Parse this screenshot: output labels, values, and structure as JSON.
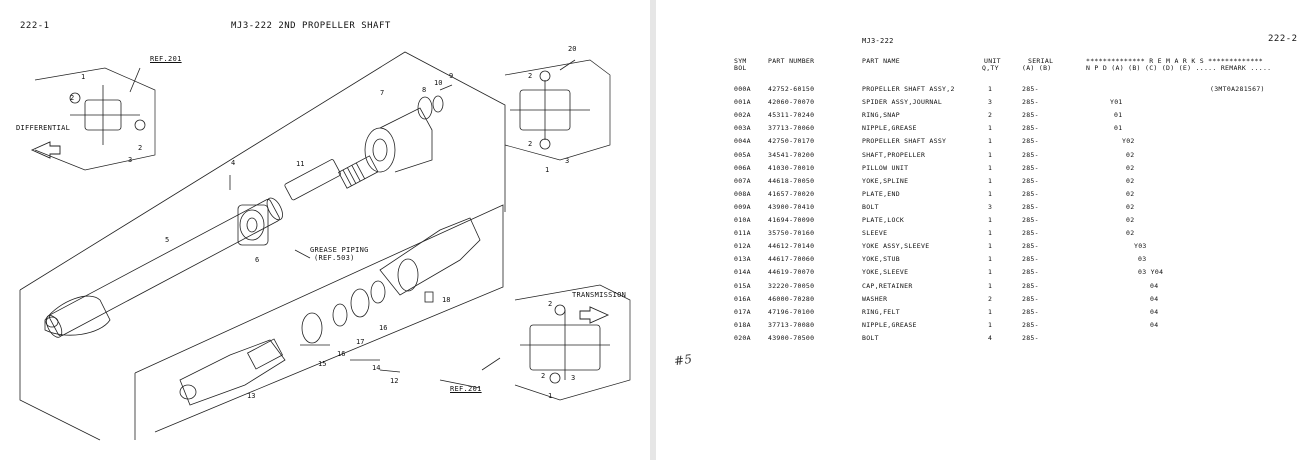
{
  "left_page": {
    "page_no": "222-1",
    "title": "MJ3-222    2ND PROPELLER SHAFT",
    "labels": {
      "ref_201_top": "REF.201",
      "differential": "DIFFERENTIAL",
      "grease_piping_1": "GREASE PIPING",
      "grease_piping_2": "(REF.503)",
      "transmission": "TRANSMISSION",
      "ref_201_bottom": "REF.201"
    },
    "callouts": [
      "1",
      "2",
      "2",
      "3",
      "4",
      "5",
      "6",
      "7",
      "8",
      "9",
      "10",
      "11",
      "12",
      "13",
      "14",
      "15",
      "16",
      "16",
      "17",
      "18",
      "20",
      "2",
      "2",
      "3",
      "1",
      "2",
      "2",
      "3",
      "1"
    ]
  },
  "right_page": {
    "page_no": "222-2",
    "model": "MJ3-222",
    "handwritten_note": "#5",
    "headers": {
      "sym_1": "SYM",
      "sym_2": "BOL",
      "part_number": "PART NUMBER",
      "part_name": "PART NAME",
      "unit_1": "UNIT",
      "unit_2": "Q,TY",
      "serial_1": "SERIAL",
      "serial_2": "(A)   (B)",
      "remarks_1": "************** R E M A R K S *************",
      "remarks_2": "N P D (A) (B) (C) (D) (E) ..... REMARK ....."
    },
    "rows": [
      {
        "sym": "000A",
        "pn": "42752-60150",
        "name": "PROPELLER SHAFT ASSY,2",
        "qty": "1",
        "serial": "285-",
        "code": "",
        "remark": "(3MT0A281567)"
      },
      {
        "sym": "001A",
        "pn": "42060-70070",
        "name": "SPIDER ASSY,JOURNAL",
        "qty": "3",
        "serial": "285-",
        "code": "Y01",
        "remark": ""
      },
      {
        "sym": "002A",
        "pn": "45311-70240",
        "name": "RING,SNAP",
        "qty": "2",
        "serial": "285-",
        "code": "01",
        "remark": ""
      },
      {
        "sym": "003A",
        "pn": "37713-70060",
        "name": "NIPPLE,GREASE",
        "qty": "1",
        "serial": "285-",
        "code": "01",
        "remark": ""
      },
      {
        "sym": "004A",
        "pn": "42750-70170",
        "name": "PROPELLER SHAFT ASSY",
        "qty": "1",
        "serial": "285-",
        "code": "Y02",
        "remark": ""
      },
      {
        "sym": "005A",
        "pn": "34541-70200",
        "name": "SHAFT,PROPELLER",
        "qty": "1",
        "serial": "285-",
        "code": "02",
        "remark": ""
      },
      {
        "sym": "006A",
        "pn": "41030-70010",
        "name": "PILLOW UNIT",
        "qty": "1",
        "serial": "285-",
        "code": "02",
        "remark": ""
      },
      {
        "sym": "007A",
        "pn": "44618-70050",
        "name": "YOKE,SPLINE",
        "qty": "1",
        "serial": "285-",
        "code": "02",
        "remark": ""
      },
      {
        "sym": "008A",
        "pn": "41657-70020",
        "name": "PLATE,END",
        "qty": "1",
        "serial": "285-",
        "code": "02",
        "remark": ""
      },
      {
        "sym": "009A",
        "pn": "43900-70410",
        "name": "BOLT",
        "qty": "3",
        "serial": "285-",
        "code": "02",
        "remark": ""
      },
      {
        "sym": "010A",
        "pn": "41694-70090",
        "name": "PLATE,LOCK",
        "qty": "1",
        "serial": "285-",
        "code": "02",
        "remark": ""
      },
      {
        "sym": "011A",
        "pn": "35750-70160",
        "name": "SLEEVE",
        "qty": "1",
        "serial": "285-",
        "code": "02",
        "remark": ""
      },
      {
        "sym": "012A",
        "pn": "44612-70140",
        "name": "YOKE ASSY,SLEEVE",
        "qty": "1",
        "serial": "285-",
        "code": "Y03",
        "remark": ""
      },
      {
        "sym": "013A",
        "pn": "44617-70060",
        "name": "YOKE,STUB",
        "qty": "1",
        "serial": "285-",
        "code": "03",
        "remark": ""
      },
      {
        "sym": "014A",
        "pn": "44619-70070",
        "name": "YOKE,SLEEVE",
        "qty": "1",
        "serial": "285-",
        "code": "03 Y04",
        "remark": ""
      },
      {
        "sym": "015A",
        "pn": "32220-70050",
        "name": "CAP,RETAINER",
        "qty": "1",
        "serial": "285-",
        "code": "04",
        "remark": ""
      },
      {
        "sym": "016A",
        "pn": "46000-70280",
        "name": "WASHER",
        "qty": "2",
        "serial": "285-",
        "code": "04",
        "remark": ""
      },
      {
        "sym": "017A",
        "pn": "47196-70100",
        "name": "RING,FELT",
        "qty": "1",
        "serial": "285-",
        "code": "04",
        "remark": ""
      },
      {
        "sym": "018A",
        "pn": "37713-70080",
        "name": "NIPPLE,GREASE",
        "qty": "1",
        "serial": "285-",
        "code": "04",
        "remark": ""
      },
      {
        "sym": "020A",
        "pn": "43900-70500",
        "name": "BOLT",
        "qty": "4",
        "serial": "285-",
        "code": "",
        "remark": ""
      }
    ]
  }
}
